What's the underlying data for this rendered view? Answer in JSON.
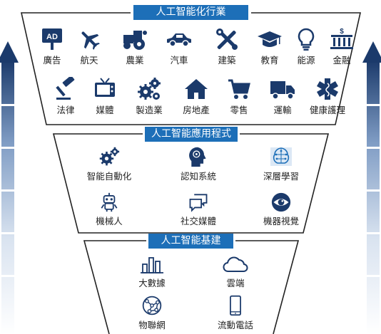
{
  "industries": {
    "title": "人工智能化行業",
    "row1": [
      {
        "label": "廣告",
        "icon": "ad-sign-icon"
      },
      {
        "label": "航天",
        "icon": "airplane-icon"
      },
      {
        "label": "農業",
        "icon": "tractor-icon"
      },
      {
        "label": "汽車",
        "icon": "car-icon"
      },
      {
        "label": "建築",
        "icon": "tools-icon"
      },
      {
        "label": "教育",
        "icon": "graduation-cap-icon"
      },
      {
        "label": "能源",
        "icon": "lightbulb-icon"
      },
      {
        "label": "金融",
        "icon": "bank-icon"
      }
    ],
    "row2": [
      {
        "label": "法律",
        "icon": "gavel-icon"
      },
      {
        "label": "媒體",
        "icon": "tv-icon"
      },
      {
        "label": "製造業",
        "icon": "gears-icon"
      },
      {
        "label": "房地產",
        "icon": "house-icon"
      },
      {
        "label": "零售",
        "icon": "shopping-cart-icon"
      },
      {
        "label": "運輸",
        "icon": "truck-icon"
      },
      {
        "label": "健康護理",
        "icon": "medical-star-icon"
      }
    ]
  },
  "applications": {
    "title": "人工智能應用程式",
    "items": [
      {
        "label": "智能自動化",
        "icon": "gears-icon"
      },
      {
        "label": "認知系統",
        "icon": "brain-head-icon"
      },
      {
        "label": "深層學習",
        "icon": "circuit-brain-icon"
      },
      {
        "label": "機械人",
        "icon": "robot-icon"
      },
      {
        "label": "社交媒體",
        "icon": "chat-bubbles-icon"
      },
      {
        "label": "機器視覺",
        "icon": "eye-icon"
      }
    ]
  },
  "infrastructure": {
    "title": "人工智能基建",
    "items": [
      {
        "label": "大數據",
        "icon": "bar-chart-icon"
      },
      {
        "label": "雲端",
        "icon": "cloud-icon"
      },
      {
        "label": "物聯網",
        "icon": "network-icon"
      },
      {
        "label": "流動電話",
        "icon": "mobile-phone-icon"
      }
    ]
  },
  "colors": {
    "primary": "#1d6fb8",
    "navy": "#1b3a6b",
    "frame": "#222222",
    "arrow_light": "#d8e4f2"
  }
}
